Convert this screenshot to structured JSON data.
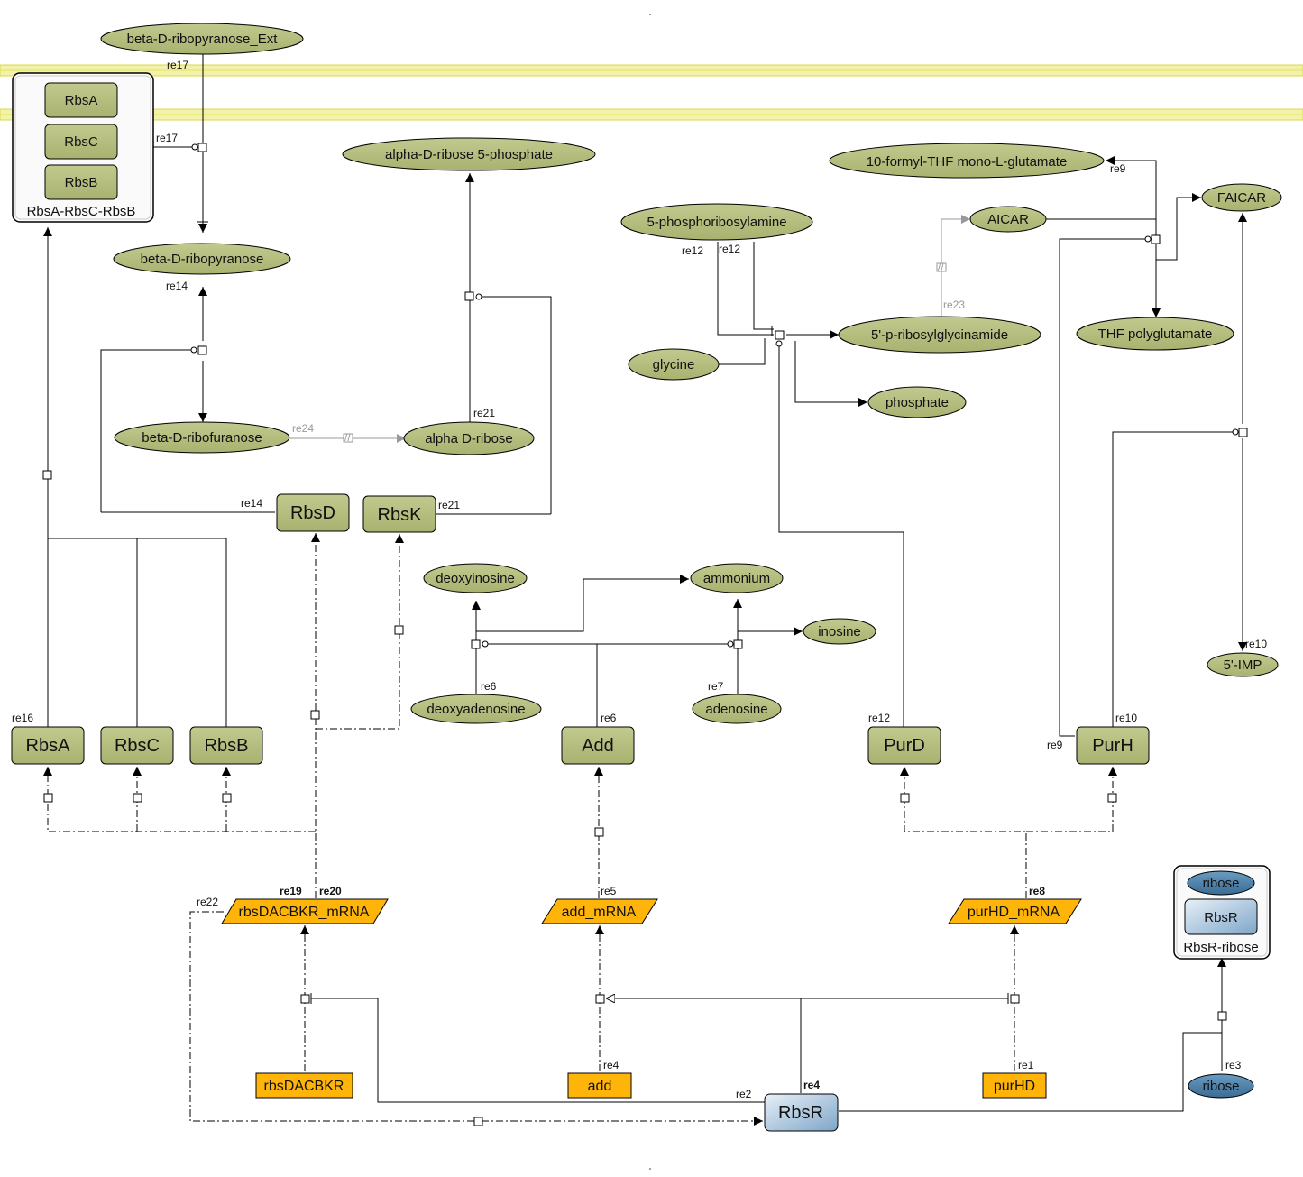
{
  "colors": {
    "species_fill": "#b4bc7c",
    "protein_fill": "#b4bc7c",
    "mrna_fill": "#ffb40a",
    "gene_fill": "#ffb40a",
    "ion_fill": "#4a80aa",
    "rbsr_fill": "#b8d0e4",
    "membrane": "#f0f0a8",
    "membrane_stroke": "#d8d848",
    "edge": "#000000",
    "edge_gray": "#999999"
  },
  "species": {
    "beta_d_ribopyranose_ext": "beta-D-ribopyranose_Ext",
    "beta_d_ribopyranose": "beta-D-ribopyranose",
    "beta_d_ribofuranose": "beta-D-ribofuranose",
    "alpha_d_ribose_5_phosphate": "alpha-D-ribose 5-phosphate",
    "alpha_d_ribose": "alpha D-ribose",
    "phosphoribosylamine": "5-phosphoribosylamine",
    "glycine": "glycine",
    "ribosylglycinamide": "5'-p-ribosylglycinamide",
    "phosphate": "phosphate",
    "aicar": "AICAR",
    "formyl_thf": "10-formyl-THF mono-L-glutamate",
    "faicar": "FAICAR",
    "thf_polyglutamate": "THF polyglutamate",
    "imp": "5'-IMP",
    "deoxyinosine": "deoxyinosine",
    "ammonium": "ammonium",
    "inosine": "inosine",
    "deoxyadenosine": "deoxyadenosine",
    "adenosine": "adenosine",
    "ribose_free": "ribose"
  },
  "proteins": {
    "rbsd": "RbsD",
    "rbsk": "RbsK",
    "rbsa": "RbsA",
    "rbsc": "RbsC",
    "rbsb": "RbsB",
    "add": "Add",
    "purd": "PurD",
    "purh": "PurH",
    "rbsr": "RbsR"
  },
  "complexes": {
    "transporter": {
      "label": "RbsA-RbsC-RbsB",
      "members": [
        "RbsA",
        "RbsC",
        "RbsB"
      ]
    },
    "rbsr_ribose": {
      "label": "RbsR-ribose",
      "members": [
        "ribose",
        "RbsR"
      ]
    }
  },
  "mrnas": {
    "rbs_mrna": "rbsDACBKR_mRNA",
    "add_mrna": "add_mRNA",
    "purhd_mrna": "purHD_mRNA"
  },
  "genes": {
    "rbs_gene": "rbsDACBKR",
    "add_gene": "add",
    "purhd_gene": "purHD"
  },
  "reaction_labels": {
    "re17a": "re17",
    "re17b": "re17",
    "re14a": "re14",
    "re14b": "re14",
    "re24": "re24",
    "re21a": "re21",
    "re21b": "re21",
    "re12a": "re12",
    "re12b": "re12",
    "re12c": "re12",
    "re23": "re23",
    "re9a": "re9",
    "re9b": "re9",
    "re10a": "re10",
    "re10b": "re10",
    "re16": "re16",
    "re6": "re6",
    "re7": "re7",
    "re67": "re6",
    "re1920": "re19",
    "re19b": "re20",
    "re22": "re22",
    "re5": "re5",
    "re81": "re8",
    "re1": "re1",
    "re2": "re2",
    "re3": "re3",
    "re4": "re4",
    "re41": "re4"
  }
}
